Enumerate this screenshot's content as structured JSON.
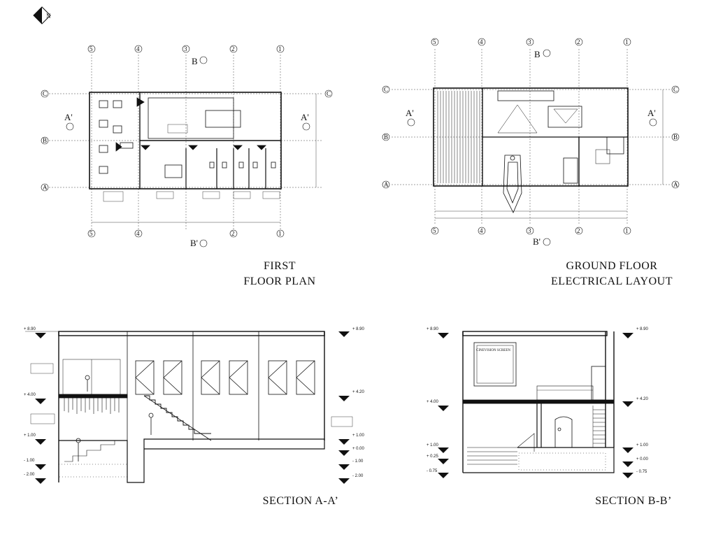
{
  "north_label": "N",
  "titles": {
    "first_floor": [
      "FIRST",
      "FLOOR PLAN"
    ],
    "ground_floor": [
      "GROUND FLOOR",
      "ELECTRICAL LAYOUT"
    ],
    "section_aa": "SECTION A-A’",
    "section_bb": "SECTION B-B’"
  },
  "grid_numbers": [
    "5",
    "4",
    "3",
    "2",
    "1"
  ],
  "grid_letters": [
    "C",
    "B",
    "A"
  ],
  "section_marks": {
    "a": "A'",
    "b": "B",
    "b_prime": "B'"
  },
  "section_aa_levels_left": [
    "+ 8.90",
    "+ 4.00",
    "+ 1.00",
    "- 1.00",
    "- 2.00"
  ],
  "section_aa_levels_right": [
    "+ 8.90",
    "+ 4.20",
    "+ 1.00",
    "+ 0.00",
    "- 1.00",
    "- 2.00"
  ],
  "section_bb_levels_left": [
    "+ 8.90",
    "+ 4.00",
    "+ 1.00",
    "+ 0.25",
    "- 0.75"
  ],
  "section_bb_levels_right": [
    "+ 8.90",
    "+ 4.20",
    "+ 1.00",
    "+ 0.00",
    "- 0.75"
  ],
  "cinevision_label": "CINEVISION SCREEN"
}
